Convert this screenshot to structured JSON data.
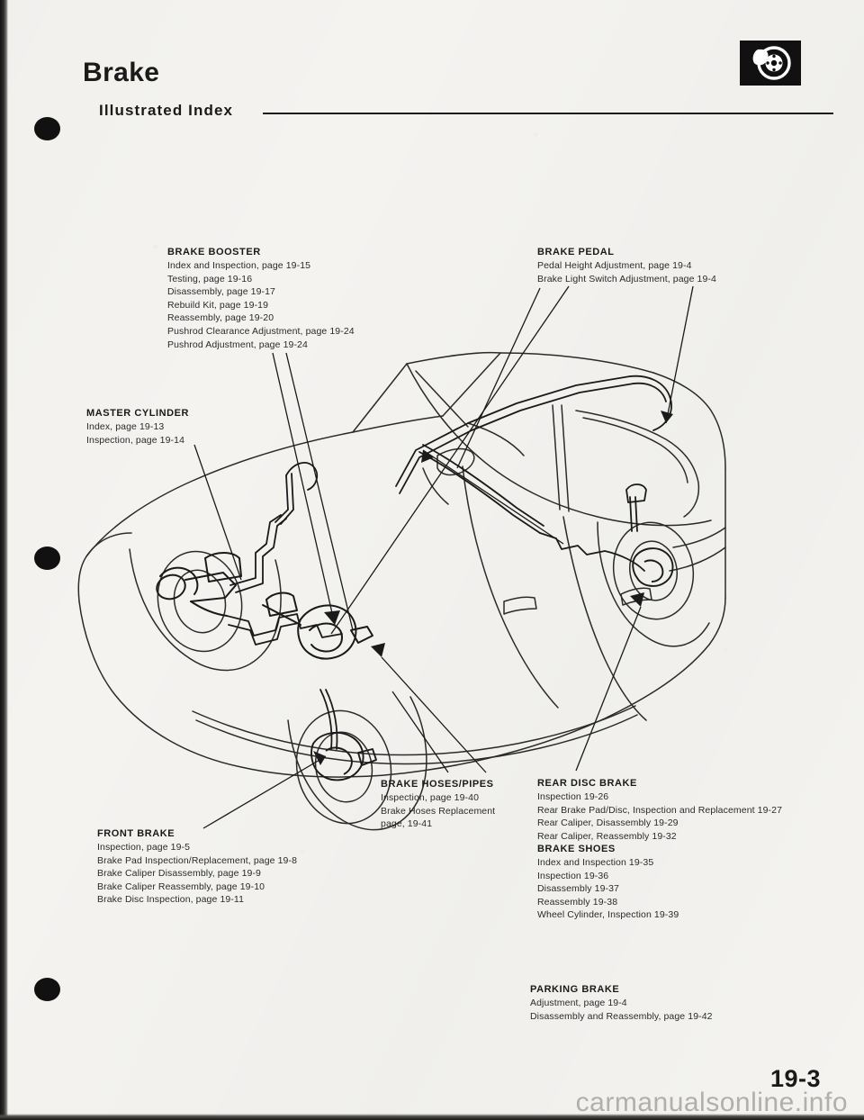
{
  "page": {
    "title": "Brake",
    "section": "Illustrated Index",
    "number": "19-3",
    "watermark": "carmanualsonline.info",
    "badge_icon": "brake-disc-icon"
  },
  "blocks": {
    "brake_booster": {
      "heading": "BRAKE BOOSTER",
      "lines": [
        "Index and Inspection, page 19-15",
        "Testing, page 19-16",
        "Disassembly, page 19-17",
        "Rebuild Kit, page 19-19",
        "Reassembly, page 19-20",
        "Pushrod Clearance Adjustment, page 19-24",
        "Pushrod Adjustment, page 19-24"
      ]
    },
    "brake_pedal": {
      "heading": "BRAKE PEDAL",
      "lines": [
        "Pedal Height Adjustment, page 19-4",
        "Brake Light Switch Adjustment, page 19-4"
      ]
    },
    "master_cylinder": {
      "heading": "MASTER CYLINDER",
      "lines": [
        "Index, page 19-13",
        "Inspection, page 19-14"
      ]
    },
    "brake_hoses_pipes": {
      "heading": "BRAKE HOSES/PIPES",
      "lines": [
        "Inspection, page 19-40",
        "Brake Hoses Replacement",
        "page, 19-41"
      ]
    },
    "rear_disc_brake": {
      "heading": "REAR DISC BRAKE",
      "lines": [
        "Inspection 19-26",
        "Rear Brake Pad/Disc, Inspection and Replacement 19-27",
        "Rear Caliper, Disassembly 19-29",
        "Rear Caliper, Reassembly 19-32"
      ]
    },
    "brake_shoes": {
      "heading": "BRAKE SHOES",
      "lines": [
        "Index and Inspection 19-35",
        "Inspection 19-36",
        "Disassembly 19-37",
        "Reassembly 19-38",
        "Wheel Cylinder, Inspection 19-39"
      ]
    },
    "front_brake": {
      "heading": "FRONT BRAKE",
      "lines": [
        "Inspection, page 19-5",
        "Brake Pad Inspection/Replacement, page 19-8",
        "Brake Caliper Disassembly, page 19-9",
        "Brake Caliper Reassembly, page 19-10",
        "Brake Disc Inspection, page 19-11"
      ]
    },
    "parking_brake": {
      "heading": "PARKING BRAKE",
      "lines": [
        "Adjustment, page 19-4",
        "Disassembly and Reassembly, page 19-42"
      ]
    }
  },
  "illustration": {
    "name": "vehicle-brake-system-cutaway",
    "description": "Three-quarter view line drawing of a hatchback showing the brake hydraulic system"
  }
}
